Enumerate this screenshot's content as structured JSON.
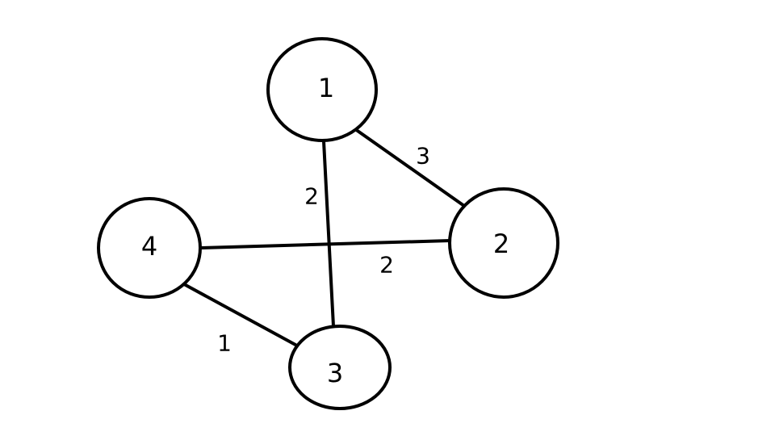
{
  "graph": {
    "nodes": [
      {
        "id": "1",
        "label": "1"
      },
      {
        "id": "2",
        "label": "2"
      },
      {
        "id": "3",
        "label": "3"
      },
      {
        "id": "4",
        "label": "4"
      }
    ],
    "edges": [
      {
        "from": "1",
        "to": "2",
        "weight": "3"
      },
      {
        "from": "1",
        "to": "3",
        "weight": "2"
      },
      {
        "from": "4",
        "to": "2",
        "weight": "2"
      },
      {
        "from": "4",
        "to": "3",
        "weight": "1"
      }
    ]
  },
  "colors": {
    "stroke": "#000000",
    "background": "#ffffff"
  }
}
